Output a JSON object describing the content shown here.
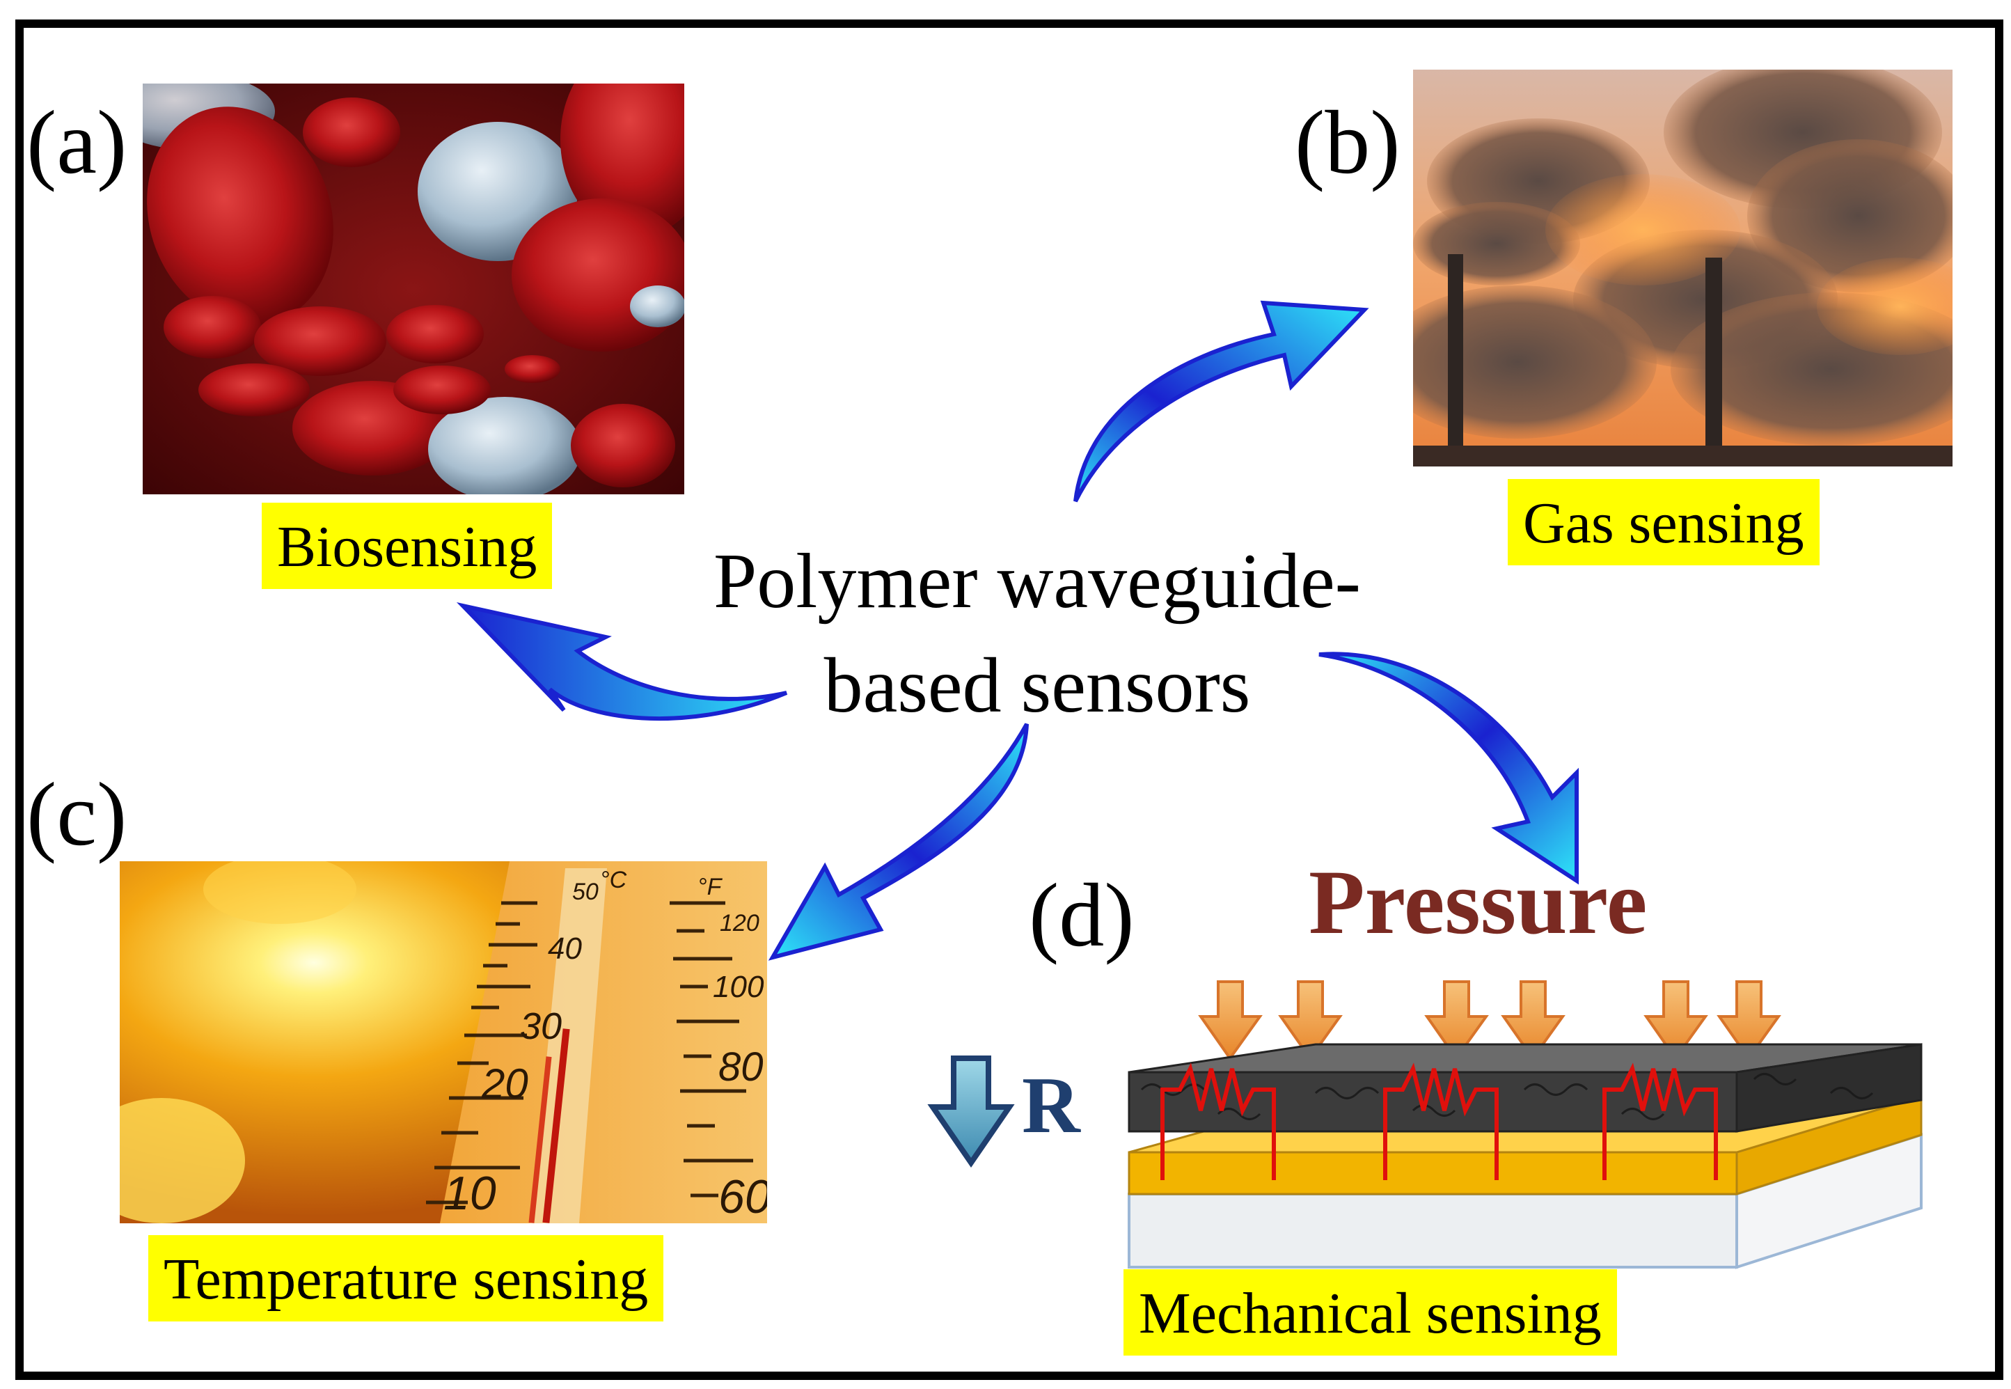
{
  "panels": {
    "a": {
      "letter": "(a)",
      "caption": "Biosensing"
    },
    "b": {
      "letter": "(b)",
      "caption": "Gas sensing"
    },
    "c": {
      "letter": "(c)",
      "caption": "Temperature sensing"
    },
    "d": {
      "letter": "(d)",
      "caption": "Mechanical sensing"
    }
  },
  "center": {
    "line1": "Polymer waveguide-",
    "line2": "based sensors"
  },
  "thermometer": {
    "celsius_unit": "°C",
    "fahrenheit_unit": "°F",
    "celsius_ticks": [
      "50",
      "40",
      "30",
      "20",
      "10"
    ],
    "fahrenheit_ticks": [
      "120",
      "100",
      "80",
      "60"
    ]
  },
  "mechanical": {
    "pressure_label": "Pressure",
    "r_label": "R"
  },
  "colors": {
    "caption_bg": "#ffff00",
    "arrow_light": "#27e5f7",
    "arrow_dark": "#1a2fd6",
    "pressure_text": "#7a2a22",
    "r_text": "#1f3f6f"
  }
}
